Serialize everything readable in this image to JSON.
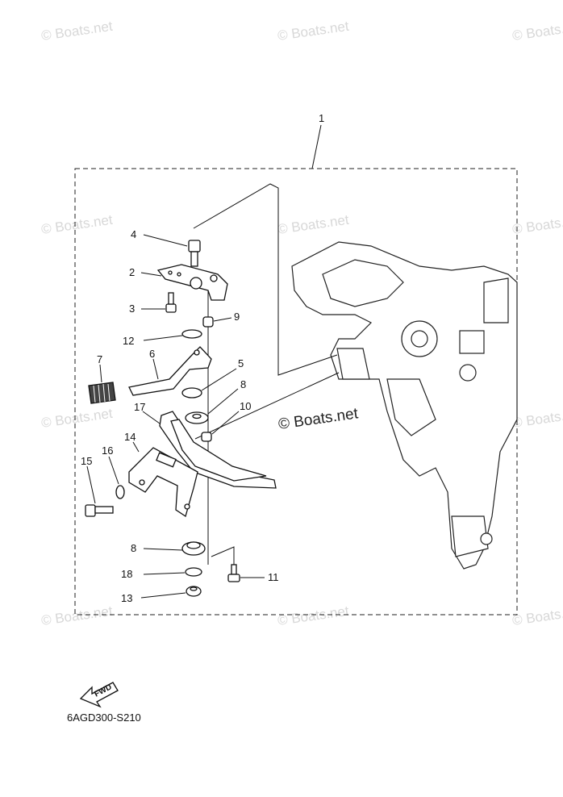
{
  "watermark": "© Boats.net",
  "center_watermark": "© Boats.net",
  "diagram_code": "6AGD300-S210",
  "fwd_label": "FWD",
  "assembly_number": "1",
  "callouts": {
    "c2": "2",
    "c3": "3",
    "c4": "4",
    "c5": "5",
    "c6": "6",
    "c7": "7",
    "c8a": "8",
    "c8b": "8",
    "c9": "9",
    "c10": "10",
    "c11": "11",
    "c12": "12",
    "c13": "13",
    "c14": "14",
    "c15": "15",
    "c16": "16",
    "c17": "17",
    "c18": "18"
  },
  "colors": {
    "ink": "#111111",
    "watermark": "#d8d8d8"
  },
  "icons": {
    "fwd_arrow": "fwd-arrow-icon"
  }
}
